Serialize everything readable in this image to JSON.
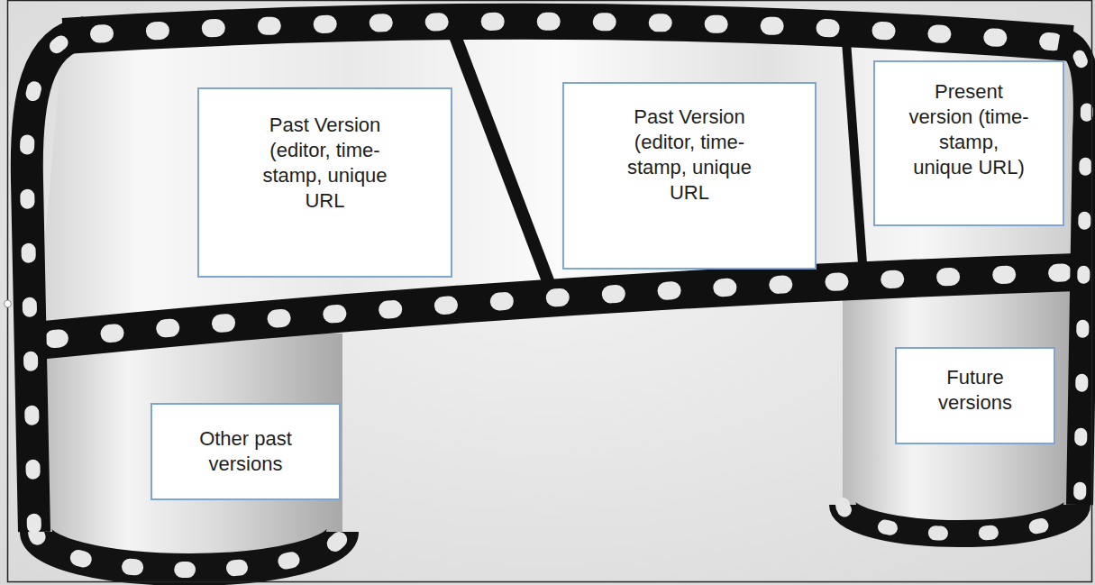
{
  "diagram": {
    "nodes": [
      {
        "text": [
          "Past Version (editor, time-stamp, unique URL"
        ]
      },
      {
        "text": [
          "Past Version (editor, time-stamp, unique URL"
        ]
      },
      {
        "text": [
          "Present version (time-stamp, unique URL)"
        ]
      },
      {
        "text": [
          "Other past versions"
        ]
      },
      {
        "text": [
          "Future versions"
        ]
      }
    ]
  }
}
